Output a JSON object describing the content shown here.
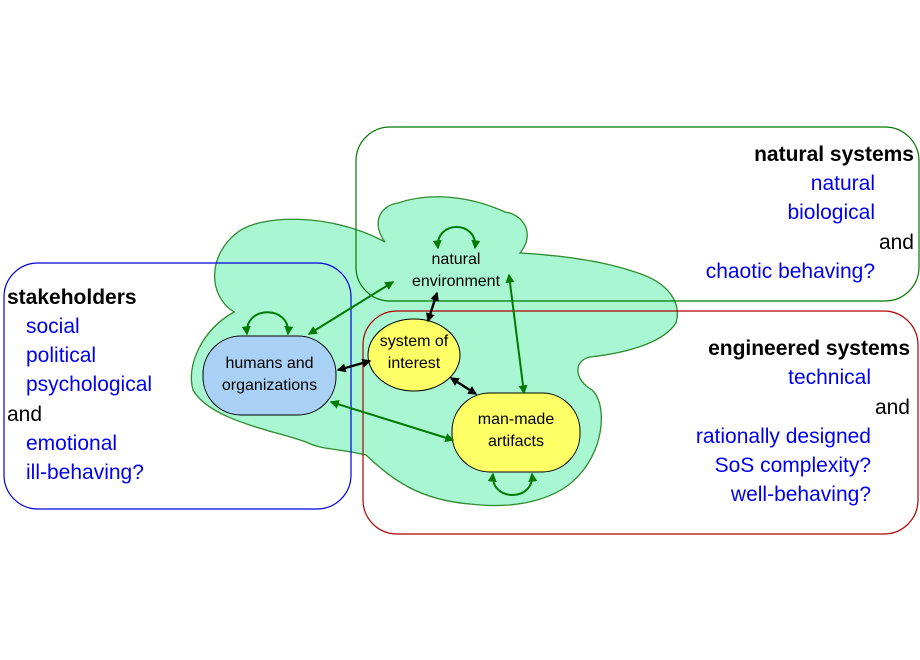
{
  "colors": {
    "natural_box": "#007a00",
    "engineered_box": "#b00000",
    "stakeholder_box": "#0000dd",
    "context_cloud": "#a8f7d2",
    "context_cloud_stroke": "#2e8b2e",
    "humans_fill": "#a9d0f5",
    "core_fill": "#ffff66",
    "arrow_green": "#007a00",
    "arrow_black": "#000000",
    "text_blue": "#0000ee"
  },
  "natural_systems": {
    "title": "natural systems",
    "lines": [
      "natural",
      "biological",
      "and",
      "chaotic behaving?"
    ]
  },
  "engineered_systems": {
    "title": "engineered systems",
    "lines": [
      "technical",
      "and",
      "rationally designed",
      "SoS complexity?",
      "well-behaving?"
    ]
  },
  "stakeholders": {
    "title": "stakeholders",
    "lines": [
      "social",
      "political",
      "psychological",
      "and",
      "emotional",
      "ill-behaving?"
    ]
  },
  "nodes": {
    "natural_environment": [
      "natural",
      "environment"
    ],
    "humans_organizations": [
      "humans and",
      "organizations"
    ],
    "system_of_interest": [
      "system of",
      "interest"
    ],
    "man_made_artifacts": [
      "man-made",
      "artifacts"
    ]
  }
}
